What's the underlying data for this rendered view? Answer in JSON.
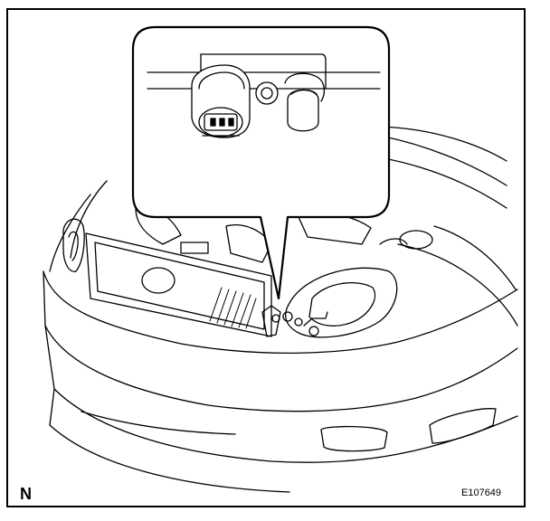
{
  "figure": {
    "corner_letter": "N",
    "figure_id": "E107649",
    "line_color": "#000000",
    "background_color": "#ffffff"
  },
  "illustration": {
    "subject": "front-bumper-vehicle-illustration",
    "callout_subject": "sensor-connector-detail-icon"
  }
}
